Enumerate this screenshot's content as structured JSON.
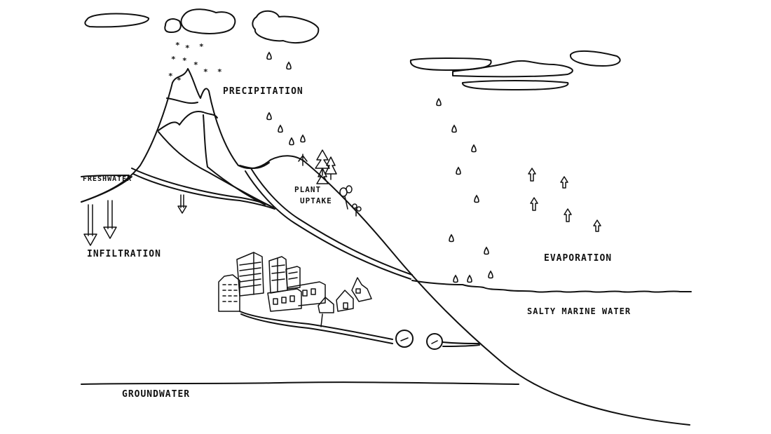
{
  "labels": {
    "precipitation": "PRECIPITATION",
    "freshwater": "FRESHWATER",
    "infiltration": "INFILTRATION",
    "plant_uptake_line1": "PLANT",
    "plant_uptake_line2": "UPTAKE",
    "evaporation": "EVAPORATION",
    "salty_marine_water": "SALTY MARINE WATER",
    "groundwater": "GROUNDWATER"
  },
  "icons": {
    "cloud": "cloud-icon",
    "snowflake": "snowflake-icon",
    "raindrop": "raindrop-icon",
    "arrow_down": "arrow-down-icon",
    "arrow_up": "arrow-up-icon",
    "tree": "tree-icon",
    "building": "building-icon",
    "house": "house-icon",
    "tank": "tank-icon"
  },
  "colors": {
    "ink": "#111111",
    "background": "#ffffff"
  }
}
